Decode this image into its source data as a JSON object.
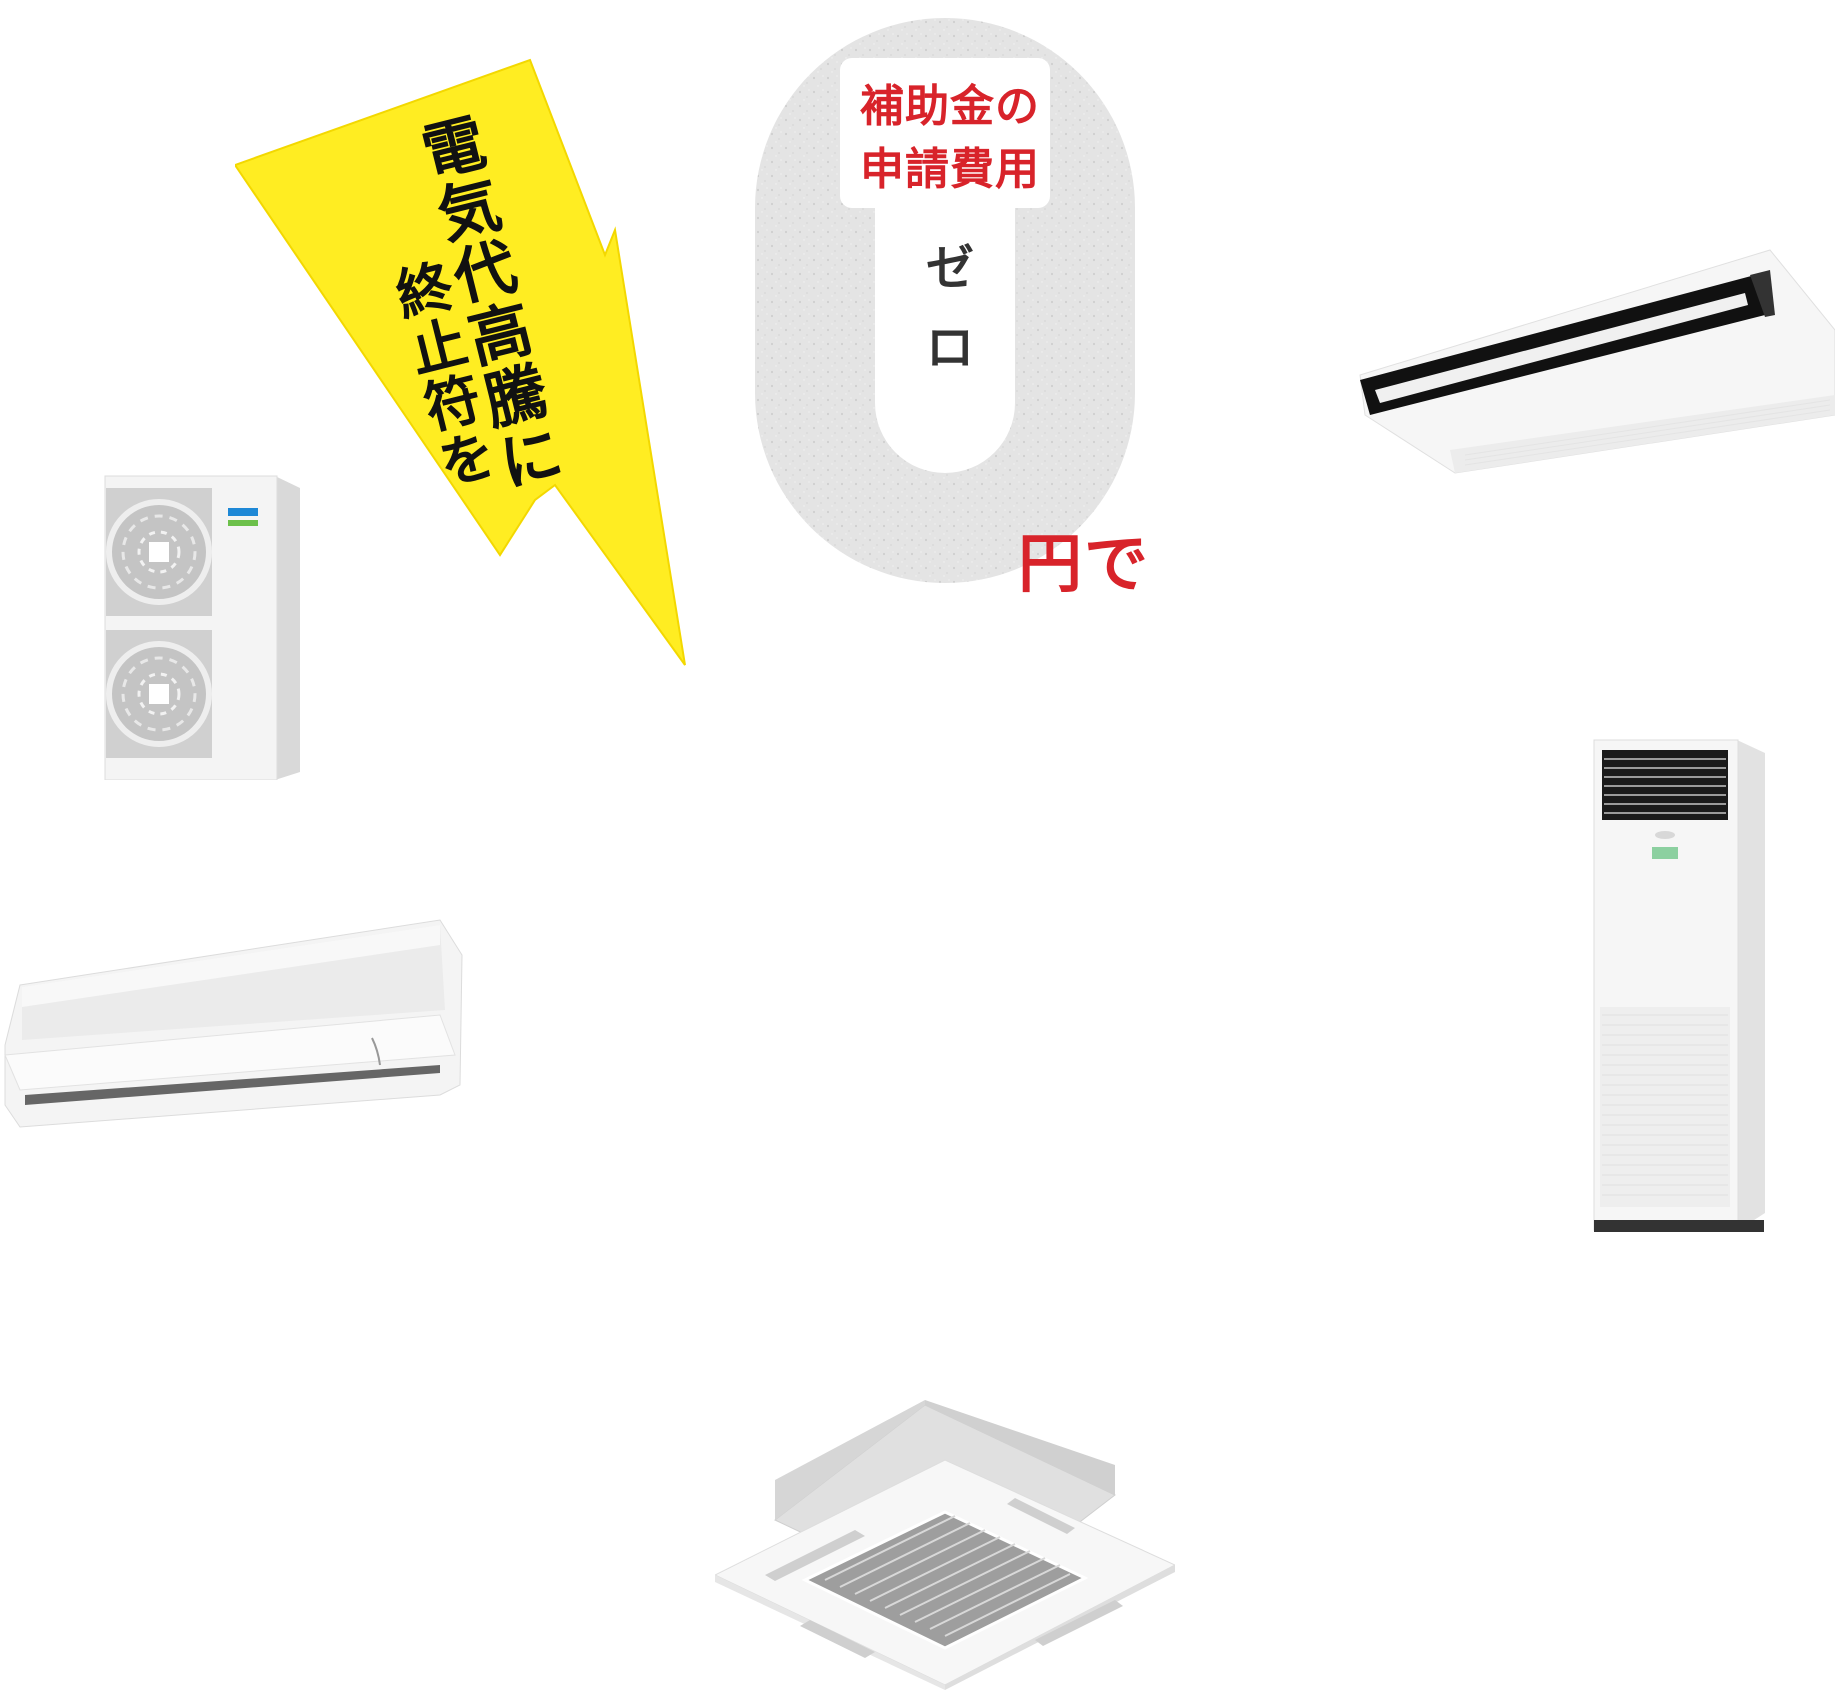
{
  "badge": {
    "line1": "補助金の",
    "line2": "申請費用",
    "zero_label_1": "ゼ",
    "zero_label_2": "ロ",
    "suffix": "円で"
  },
  "slogan": {
    "col1": "電気代高騰に",
    "col2": "終止符を"
  },
  "colors": {
    "accent_red": "#d8232a",
    "bolt_yellow": "#ffed22",
    "zero_gray": "#e2e2e2"
  },
  "icons": [
    "outdoor-unit-icon",
    "ceiling-suspended-ac-icon",
    "wall-mounted-ac-icon",
    "floor-standing-ac-icon",
    "ceiling-cassette-ac-icon"
  ]
}
